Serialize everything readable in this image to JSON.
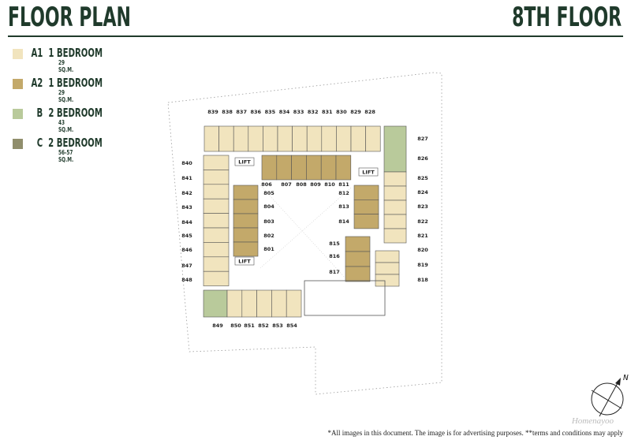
{
  "header": {
    "title": "FLOOR PLAN",
    "floor": "8TH FLOOR"
  },
  "legend": [
    {
      "code": "A1",
      "name": "1 BEDROOM",
      "size": "29 SQ.M.",
      "color": "#f1e4be"
    },
    {
      "code": "A2",
      "name": "1 BEDROOM",
      "size": "29 SQ.M.",
      "color": "#c3a96a"
    },
    {
      "code": "B",
      "name": "2 BEDROOM",
      "size": "43 SQ.M.",
      "color": "#b9ca9b"
    },
    {
      "code": "C",
      "name": "2 BEDROOM",
      "size": "56-57 SQ.M.",
      "color": "#908e6c"
    }
  ],
  "units": {
    "top": [
      "839",
      "838",
      "837",
      "836",
      "835",
      "834",
      "833",
      "832",
      "831",
      "830",
      "829",
      "828"
    ],
    "right": [
      "827",
      "826",
      "825",
      "824",
      "823",
      "822",
      "821",
      "820",
      "819",
      "818"
    ],
    "left": [
      "840",
      "841",
      "842",
      "843",
      "844",
      "845",
      "846",
      "847",
      "848"
    ],
    "bottom": [
      "849",
      "850",
      "851",
      "852",
      "853",
      "854"
    ],
    "inner_top": [
      "806",
      "807",
      "808",
      "809",
      "810",
      "811"
    ],
    "inner_left": [
      "805",
      "804",
      "803",
      "802",
      "801"
    ],
    "inner_right_a": [
      "812",
      "813",
      "814"
    ],
    "inner_right_b": [
      "815",
      "816",
      "817"
    ]
  },
  "lift_label": "LIFT",
  "compass": "N",
  "watermark": "Homenayoo",
  "footer": "*All images in this document. The image is for advertising purposes. **terms and conditions may apply"
}
